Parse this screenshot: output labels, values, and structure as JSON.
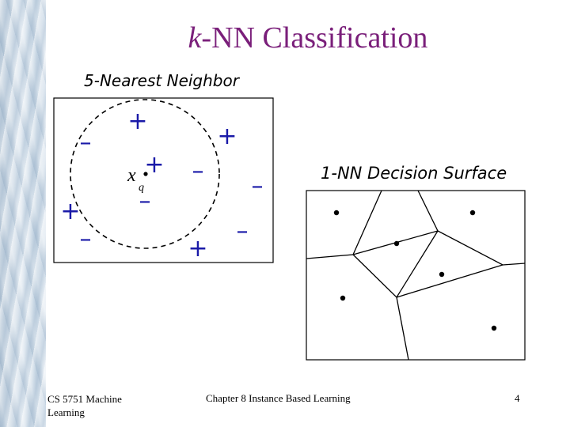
{
  "slide": {
    "title_italic": "k",
    "title_rest": "-NN Classification",
    "footer_left": "CS 5751 Machine Learning",
    "footer_center": "Chapter 8  Instance Based Learning",
    "footer_right": "4"
  },
  "left_panel": {
    "label": "5-Nearest Neighbor",
    "query_label": "x",
    "query_sub": "q",
    "plus_symbol": "+",
    "minus_symbol": "–"
  },
  "right_panel": {
    "label": "1-NN Decision Surface"
  },
  "colors": {
    "title": "#7a1f7a",
    "points": "#1a1aa8"
  }
}
